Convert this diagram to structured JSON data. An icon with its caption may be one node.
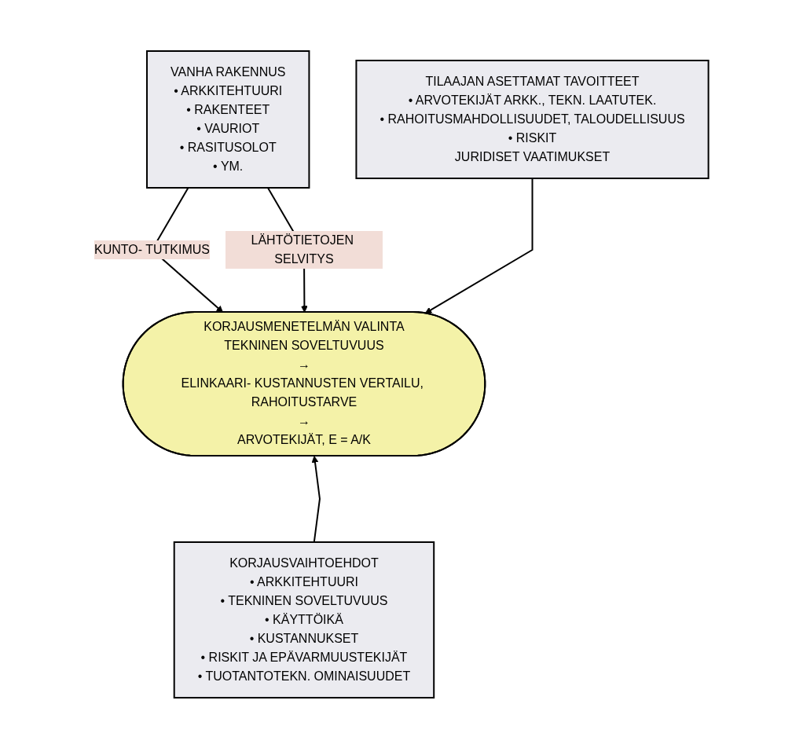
{
  "diagram": {
    "nodes": [
      {
        "text": [
          "VANHA RAKENNUS",
          "• ARKKITEHTUURI",
          "• RAKENTEET",
          "• VAURIOT",
          "• RASITUSOLOT",
          "• YM."
        ]
      },
      {
        "text": [
          "TILAAJAN ASETTAMAT TAVOITTEET",
          "• ARVOTEKIJÄT ARKK., TEKN. LAATUTEK.",
          "• RAHOITUSMAHDOLLISUUDET, TALOUDELLISUUS",
          "• RISKIT",
          "JURIDISET VAATIMUKSET"
        ]
      },
      {
        "text": [
          "KORJAUSMENETELMÄN VALINTA",
          "TEKNINEN SOVELTUVUUS",
          "→",
          "ELINKAARI- KUSTANNUSTEN VERTAILU, RAHOITUSTARVE",
          "→",
          "ARVOTEKIJÄT, E = A/K"
        ]
      },
      {
        "text": [
          "KORJAUSVAIHTOEHDOT",
          "• ARKKITEHTUURI",
          "• TEKNINEN SOVELTUVUUS",
          "• KÄYTTÖIKÄ",
          "• KUSTANNUKSET",
          "• RISKIT JA EPÄVARMUUSTEKIJÄT",
          "• TUOTANTOTEKN. OMINAISUUDET"
        ]
      }
    ],
    "edges": [
      {
        "from": 0,
        "to": 2,
        "arrow": "to",
        "label": "KUNTO- TUTKIMUS"
      },
      {
        "from": 0,
        "to": 2,
        "arrow": "to",
        "label": "LÄHTÖTIETOJEN SELVITYS"
      },
      {
        "from": 1,
        "to": 2,
        "arrow": "to"
      },
      {
        "from": 3,
        "to": 2,
        "arrow": "to"
      }
    ]
  }
}
